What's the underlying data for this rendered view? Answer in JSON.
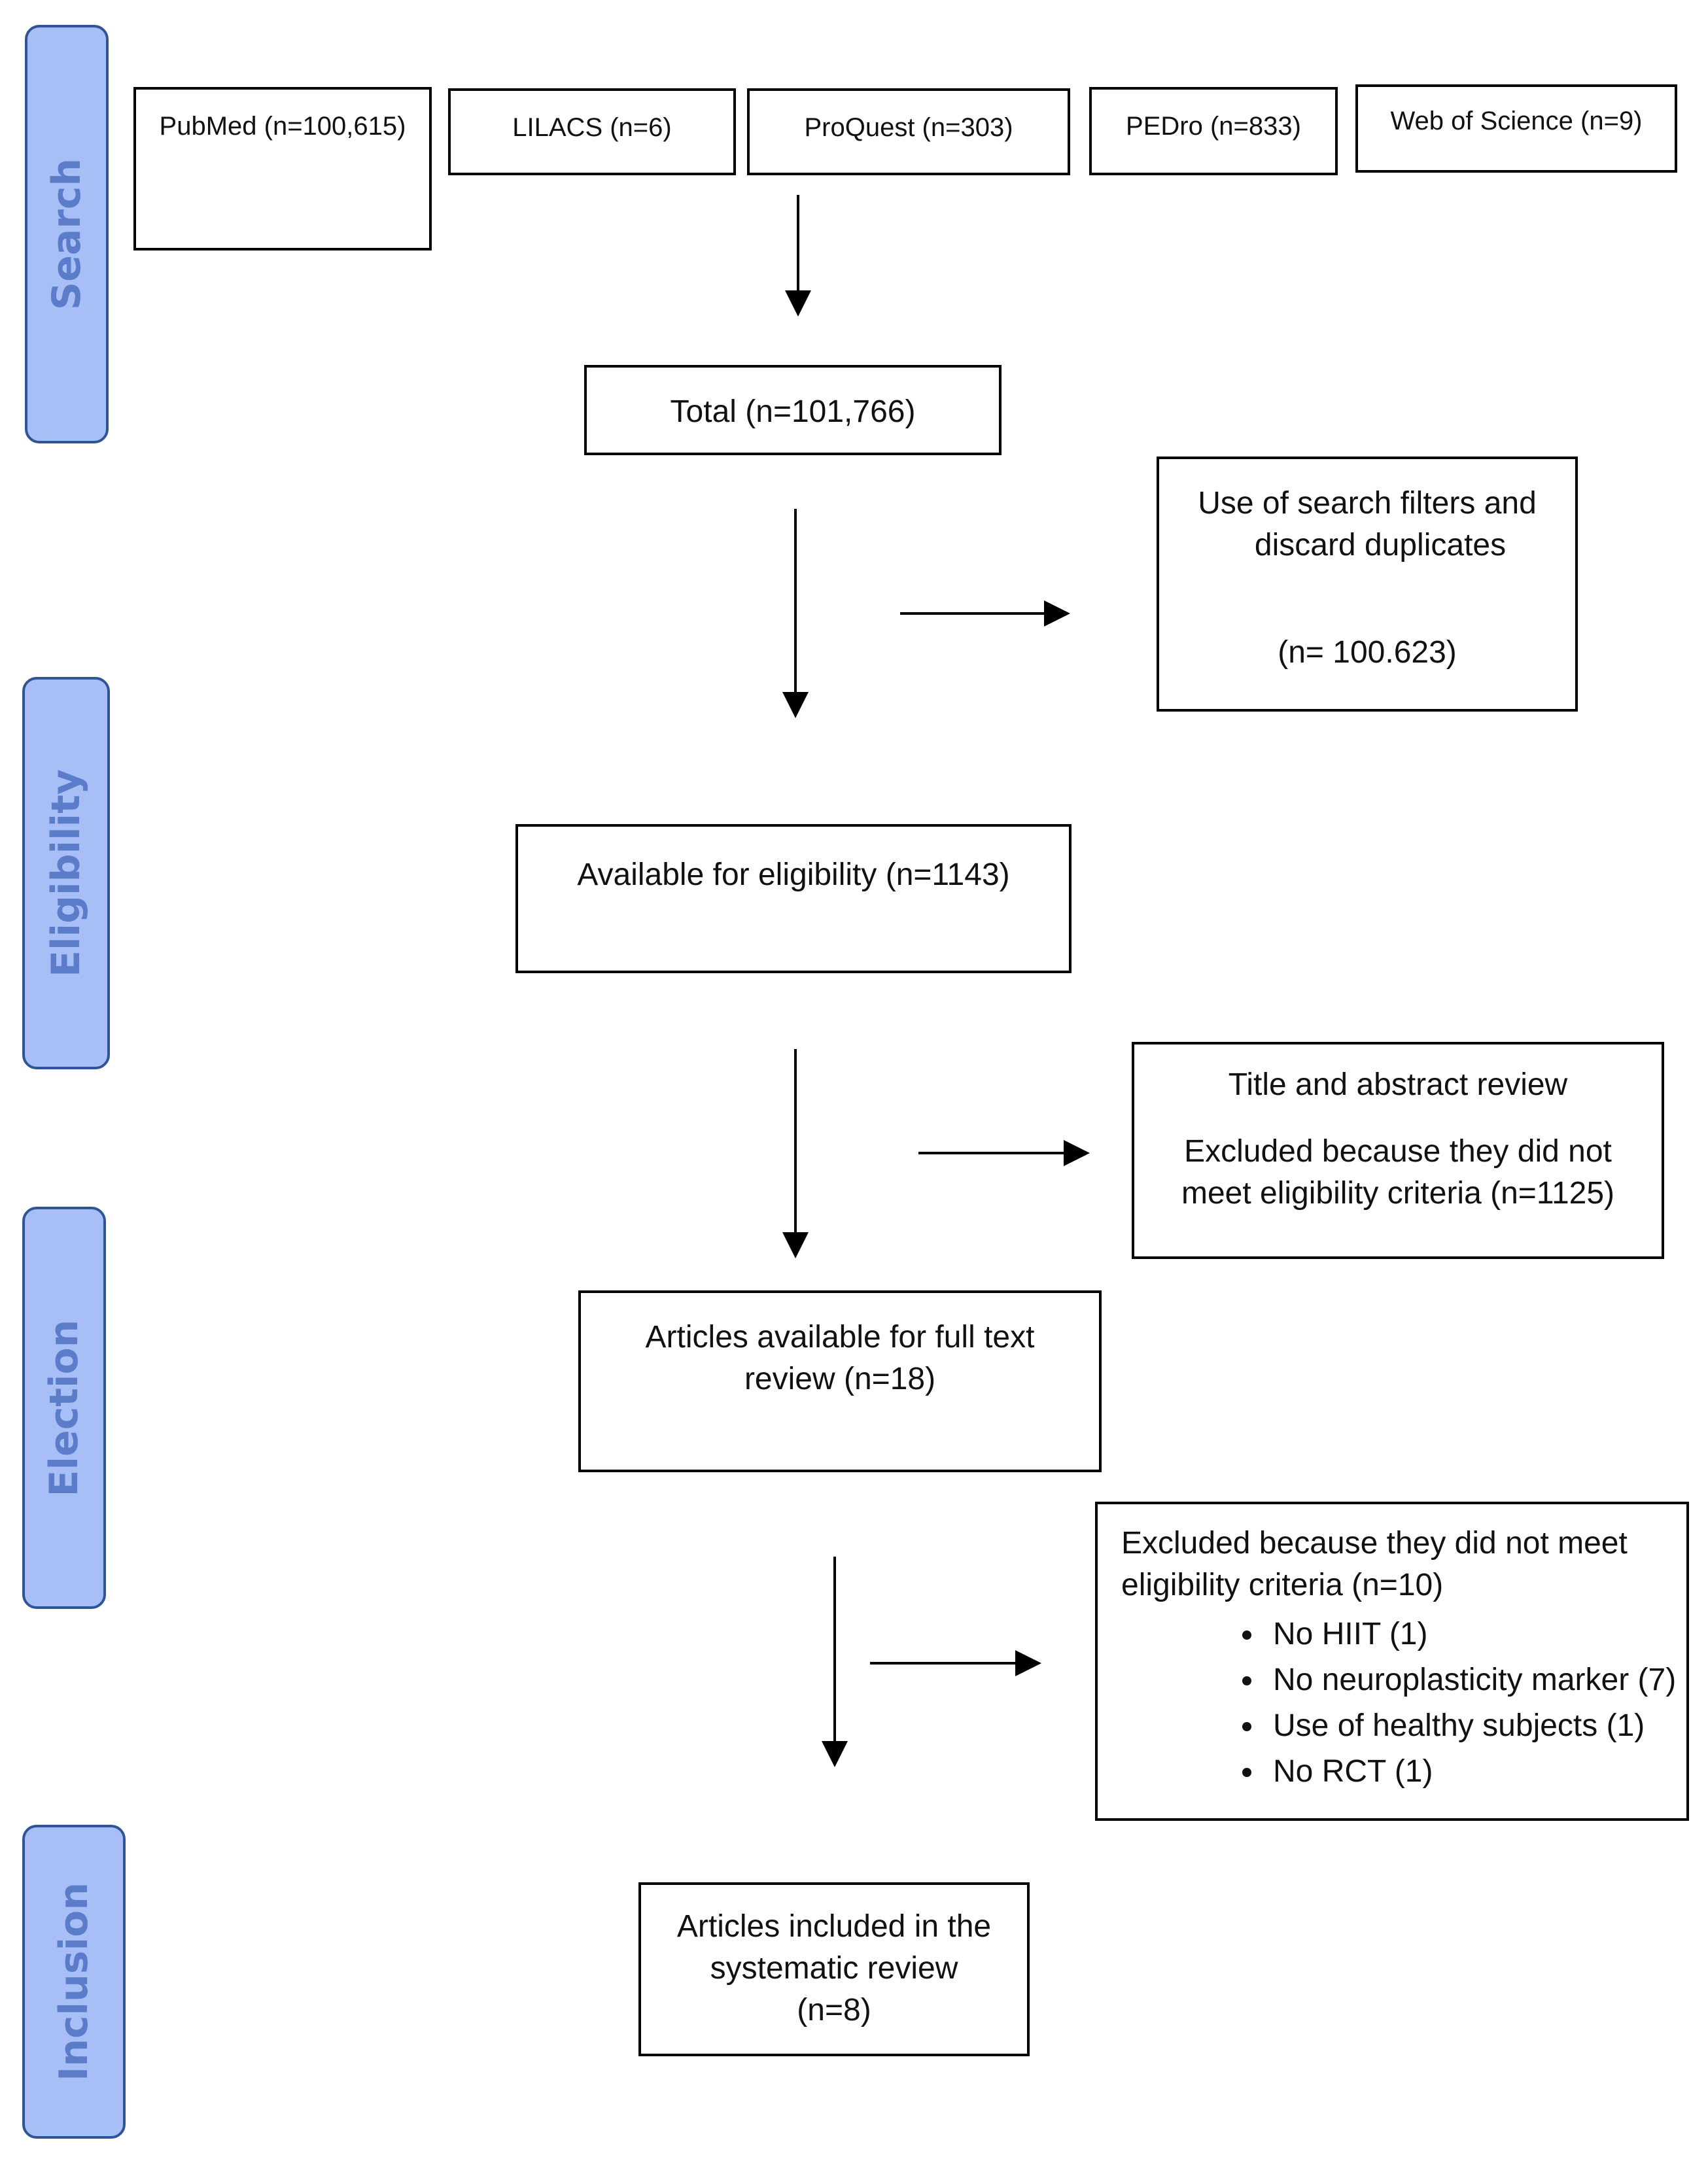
{
  "stages": {
    "search": "Search",
    "eligibility": "Eligibility",
    "election": "Election",
    "inclusion": "Inclusion"
  },
  "sources": {
    "pubmed": "PubMed (n=100,615)",
    "lilacs": "LILACS (n=6)",
    "proquest": "ProQuest (n=303)",
    "pedro": "PEDro (n=833)",
    "wos": "Web of Science (n=9)"
  },
  "total": "Total (n=101,766)",
  "filters": {
    "line1": "Use of search filters and",
    "line2": "discard duplicates",
    "count": "(n= 100.623)"
  },
  "eligibility_box": "Available for eligibility (n=1143)",
  "title_review": {
    "heading": "Title and abstract review",
    "line1": "Excluded because they did not",
    "line2": "meet eligibility criteria (n=1125)"
  },
  "fulltext": {
    "line1": "Articles available for full text",
    "line2": "review (n=18)"
  },
  "excluded": {
    "line1": "Excluded because they did not meet",
    "line2": "eligibility criteria (n=10)",
    "reasons": [
      "No HIIT (1)",
      "No neuroplasticity marker (7)",
      "Use of healthy subjects (1)",
      "No RCT (1)"
    ]
  },
  "included": {
    "line1": "Articles included in the",
    "line2": "systematic review",
    "line3": "(n=8)"
  }
}
